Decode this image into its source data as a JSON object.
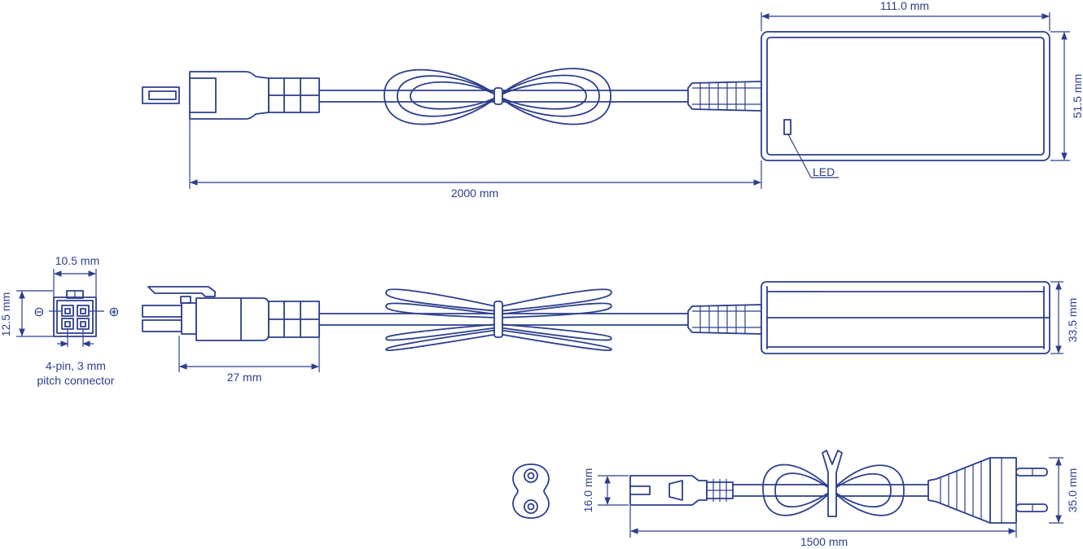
{
  "labels": {
    "width_top": "111.0 mm",
    "height_top": "51.5 mm",
    "cable_length": "2000 mm",
    "led": "LED",
    "connector_width": "10.5 mm",
    "connector_height": "12.5 mm",
    "minus_symbol": "⊖",
    "plus_symbol": "⊕",
    "connector_desc_line1": "4-pin, 3 mm",
    "connector_desc_line2": "pitch connector",
    "plug_length": "27 mm",
    "depth_side": "33.5 mm",
    "iec_height": "16.0 mm",
    "plug_height": "35.0 mm",
    "mains_length": "1500 mm"
  },
  "colors": {
    "line": "#2d3f8c",
    "background": "#ffffff"
  }
}
